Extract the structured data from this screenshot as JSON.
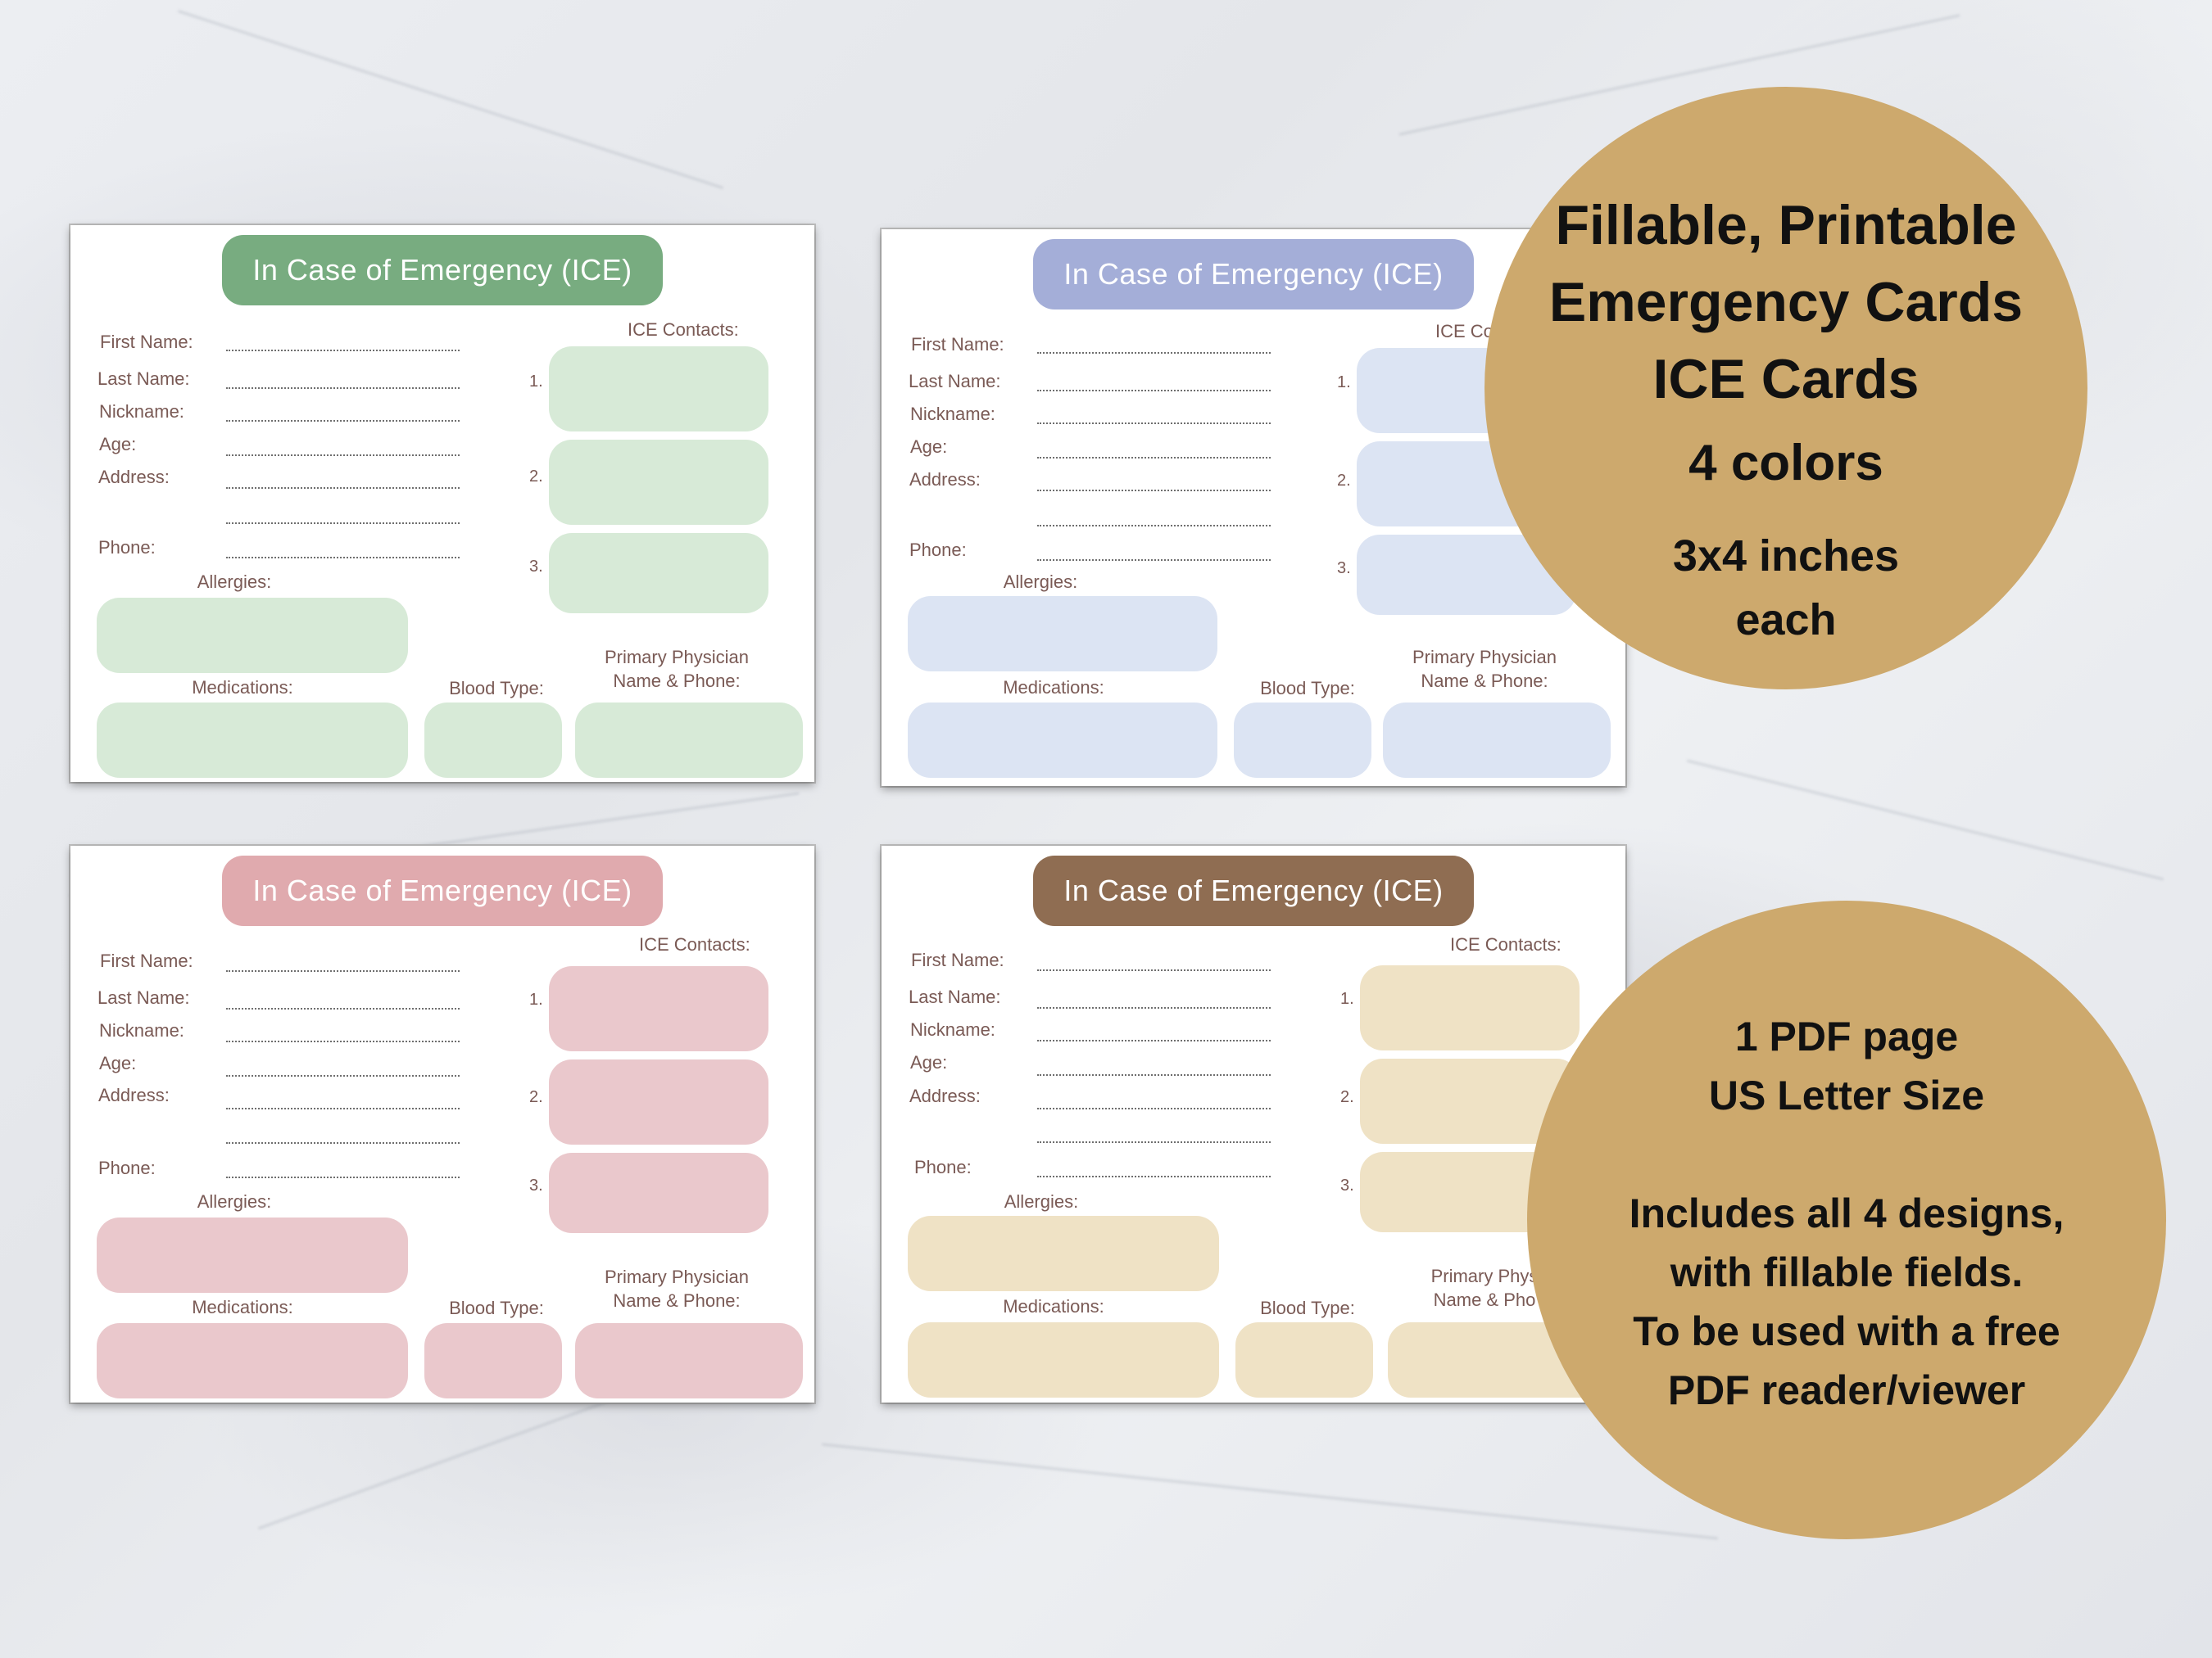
{
  "colors": {
    "green": {
      "title": "#78ac80",
      "box": "#d7ead7"
    },
    "blue": {
      "title": "#a4aed8",
      "box": "#dce4f3"
    },
    "pink": {
      "title": "#e0aaae",
      "box": "#eac8cc"
    },
    "brown": {
      "title": "#8f6d52",
      "box": "#efe2c5"
    },
    "circle": "#cda96d"
  },
  "card": {
    "title": "In Case of Emergency (ICE)",
    "first_name": "First Name:",
    "last_name": "Last Name:",
    "nickname": "Nickname:",
    "age": "Age:",
    "address": "Address:",
    "phone": "Phone:",
    "ice_contacts": "ICE Contacts:",
    "ice_contacts_cut": "ICE Co",
    "n1": "1.",
    "n2": "2.",
    "n3": "3.",
    "allergies": "Allergies:",
    "medications": "Medications:",
    "blood_type": "Blood Type:",
    "physician_1": "Primary Physician",
    "physician_2": "Name & Phone:",
    "physician_1_cut": "Primary Phys",
    "physician_2_cut": "Name & Pho"
  },
  "circle_top": {
    "line1": "Fillable, Printable",
    "line2": "Emergency Cards",
    "line3": "ICE Cards",
    "line4": "4 colors",
    "line5": "3x4 inches",
    "line6": "each"
  },
  "circle_bottom": {
    "line1": "1 PDF page",
    "line2": "US Letter Size",
    "line3": "Includes all 4 designs,",
    "line4": "with fillable fields.",
    "line5": "To be used with a free",
    "line6": "PDF reader/viewer"
  }
}
